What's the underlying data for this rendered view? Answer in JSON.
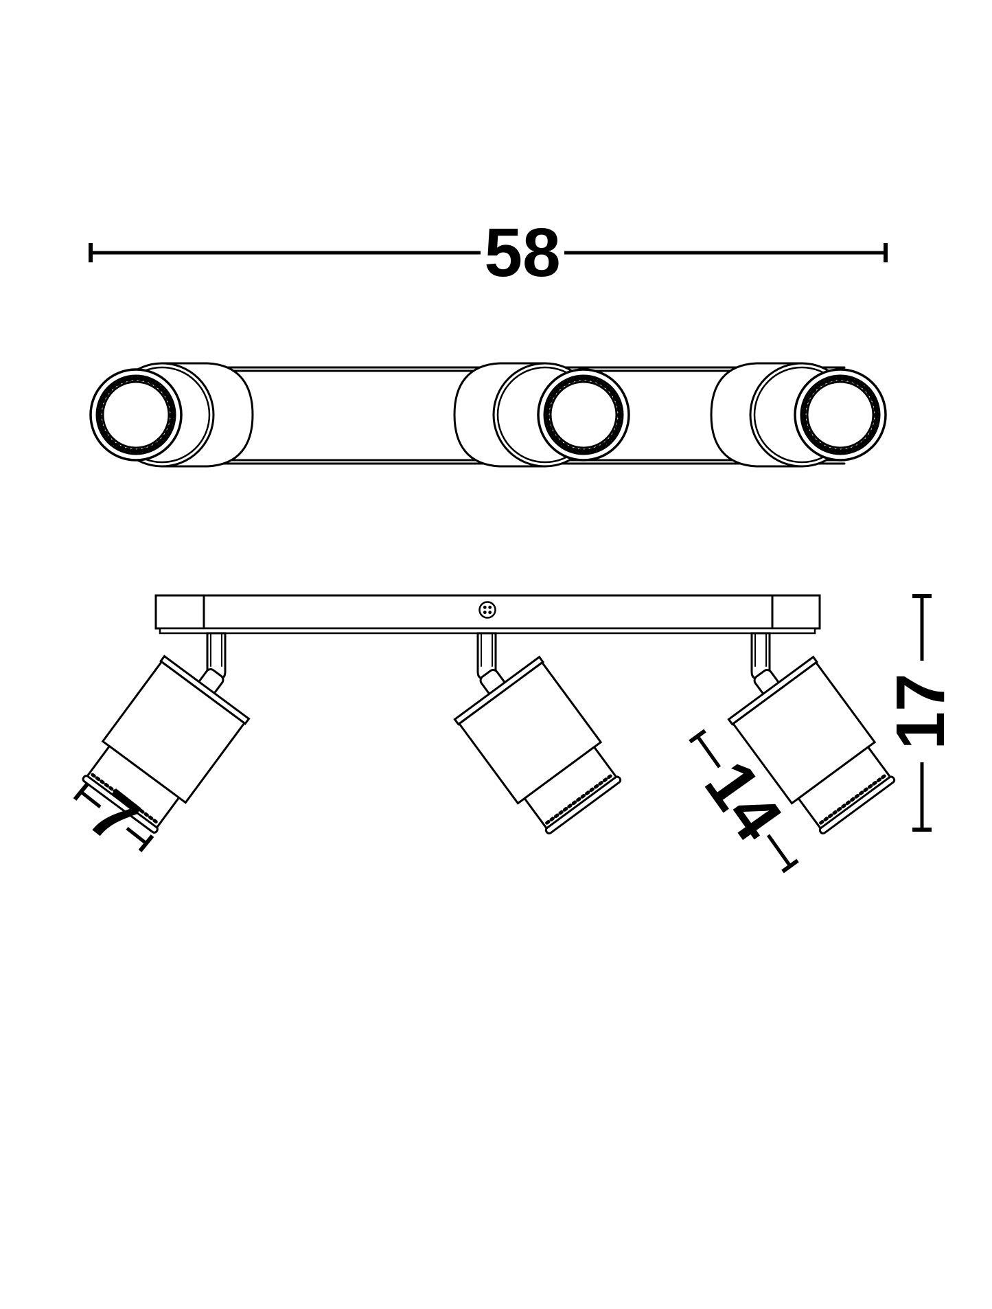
{
  "page": {
    "background": "#ffffff",
    "line_color": "#000000"
  },
  "drawing": {
    "dimensions": {
      "width": {
        "value": "58"
      },
      "height": {
        "value": "17"
      },
      "head_length": {
        "value": "14"
      },
      "head_diameter": {
        "value": "7"
      }
    }
  }
}
